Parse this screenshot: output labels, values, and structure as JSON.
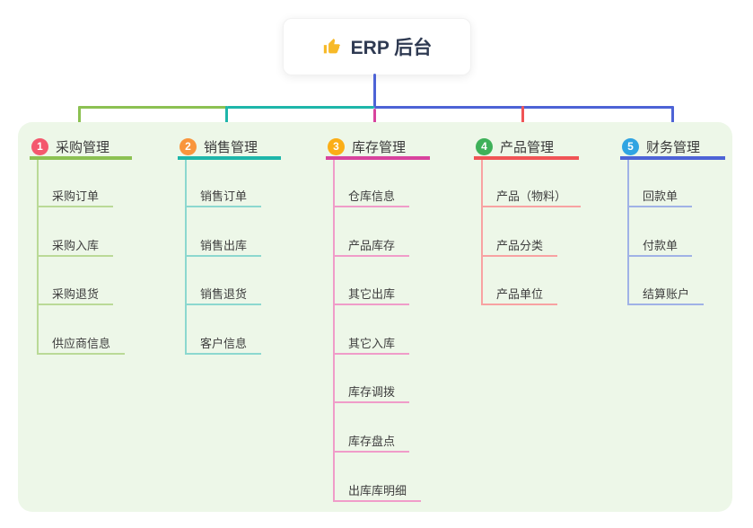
{
  "root": {
    "label": "ERP 后台",
    "icon": "thumbs-up-icon",
    "stem_color": "#4d63d6",
    "box_bg": "#ffffff",
    "icon_color": "#f7b928"
  },
  "panel": {
    "bg": "#edf7e8"
  },
  "branches": [
    {
      "number": "1",
      "label": "采购管理",
      "badge_color": "#f4586e",
      "line_color": "#8cc152",
      "child_line_color": "#bada97",
      "children": [
        "采购订单",
        "采购入库",
        "采购退货",
        "供应商信息"
      ]
    },
    {
      "number": "2",
      "label": "销售管理",
      "badge_color": "#f9953c",
      "line_color": "#1eb6aa",
      "child_line_color": "#8cd8cf",
      "children": [
        "销售订单",
        "销售出库",
        "销售退货",
        "客户信息"
      ]
    },
    {
      "number": "3",
      "label": "库存管理",
      "badge_color": "#fbae17",
      "line_color": "#d8439d",
      "child_line_color": "#f09cc9",
      "children": [
        "仓库信息",
        "产品库存",
        "其它出库",
        "其它入库",
        "库存调拨",
        "库存盘点",
        "出库库明细"
      ]
    },
    {
      "number": "4",
      "label": "产品管理",
      "badge_color": "#3eb159",
      "line_color": "#f05455",
      "child_line_color": "#f8a2a2",
      "children": [
        "产品（物料）",
        "产品分类",
        "产品单位"
      ]
    },
    {
      "number": "5",
      "label": "财务管理",
      "badge_color": "#30a4e2",
      "line_color": "#4d63d6",
      "child_line_color": "#a0b2e6",
      "children": [
        "回款单",
        "付款单",
        "结算账户"
      ]
    }
  ]
}
